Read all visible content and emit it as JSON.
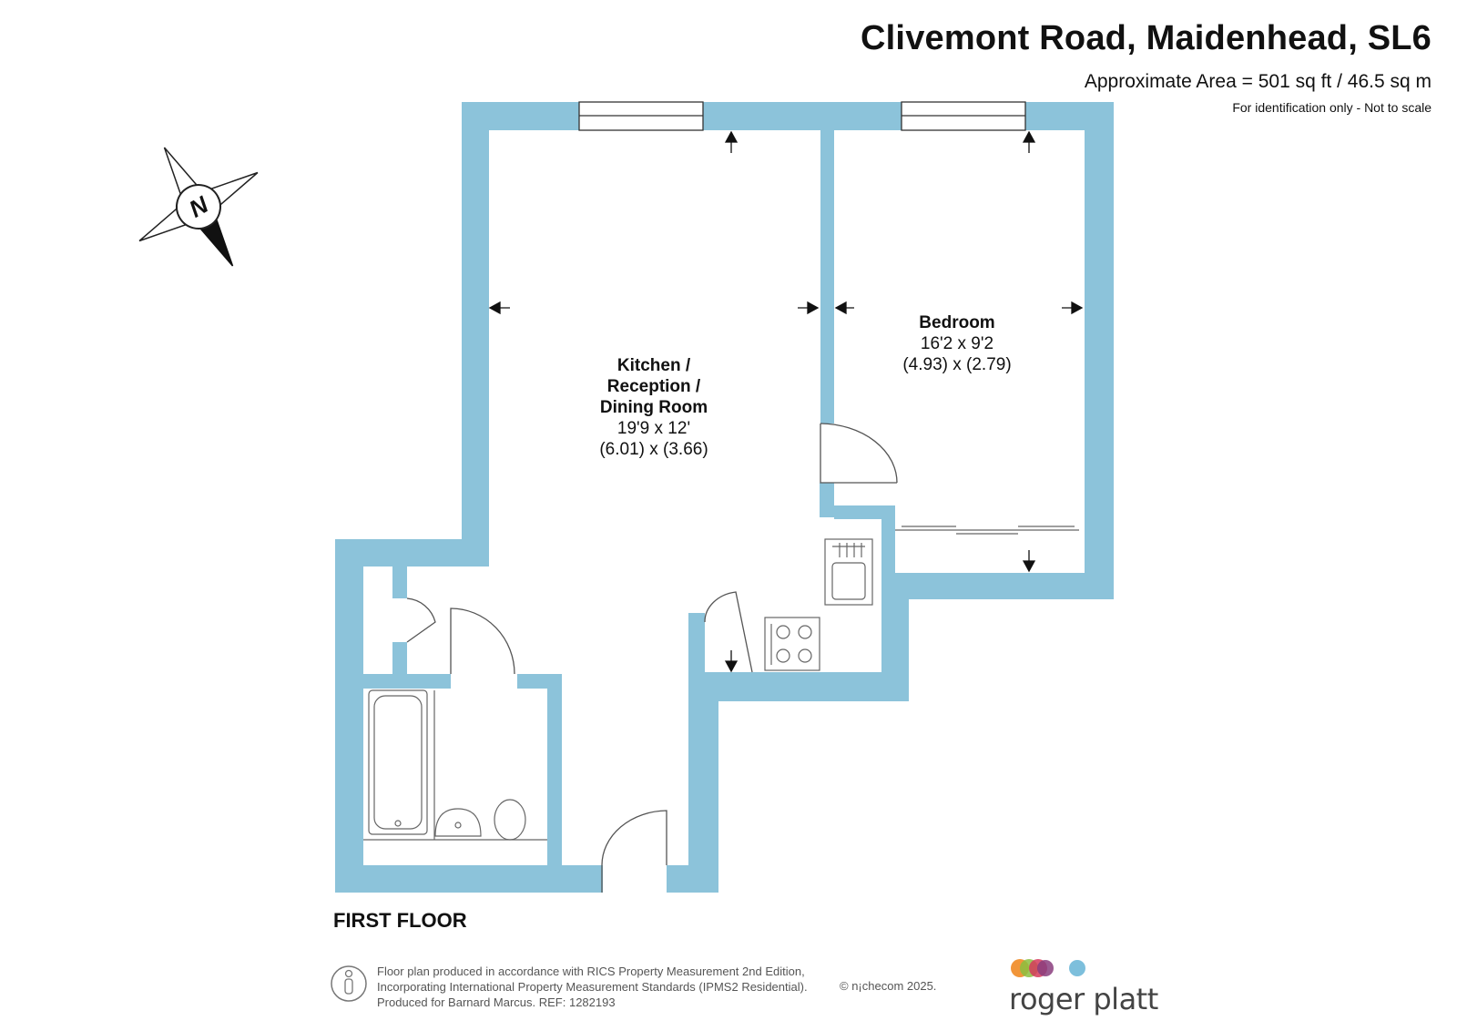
{
  "header": {
    "title": "Clivemont Road, Maidenhead, SL6",
    "area": "Approximate Area = 501 sq ft / 46.5 sq m",
    "note": "For identification only - Not to scale"
  },
  "compass": {
    "letter": "N"
  },
  "rooms": [
    {
      "name_lines": [
        "Kitchen /",
        "Reception /",
        "Dining Room"
      ],
      "imperial": "19'9 x 12'",
      "metric": "(6.01) x (3.66)"
    },
    {
      "name_lines": [
        "Bedroom"
      ],
      "imperial": "16'2 x 9'2",
      "metric": "(4.93) x (2.79)"
    }
  ],
  "floor_label": "FIRST FLOOR",
  "footer": {
    "line1": "Floor plan produced in accordance with RICS Property Measurement 2nd Edition,",
    "line2": "Incorporating International Property Measurement Standards (IPMS2 Residential).",
    "line3": "Produced for Barnard Marcus.   REF:  1282193",
    "copyright": "© n¡checom 2025."
  },
  "logo": {
    "text": "roger platt"
  },
  "colors": {
    "wall": "#8cc3da",
    "line": "#555555",
    "logo_orange": "#f08a24",
    "logo_green": "#8bbf3f",
    "logo_red": "#d63a5a",
    "logo_purple": "#8a3d7e",
    "logo_blue": "#7dbfdc"
  }
}
